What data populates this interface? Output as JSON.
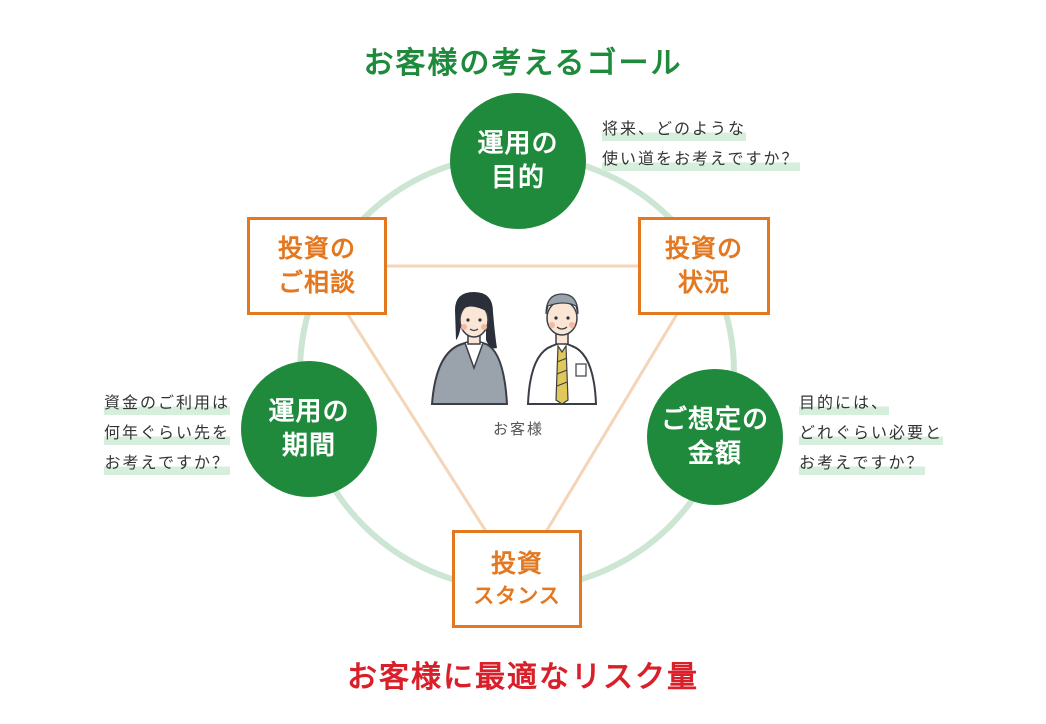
{
  "goal_heading": "お客様の考えるゴール",
  "result_heading": "お客様に最適なリスク量",
  "colors": {
    "green": "#1f8a3c",
    "orange": "#e47820",
    "red": "#d9202a",
    "ring": "#cde6d3",
    "triangle": "#f5d5b8"
  },
  "goals": [
    {
      "line1": "運用の",
      "line2": "目的",
      "question": [
        "将来、どのような",
        "使い道をお考えですか？"
      ]
    },
    {
      "line1": "運用の",
      "line2": "期間",
      "question": [
        "資金のご利用は",
        "何年ぐらい先を",
        "お考えですか？"
      ]
    },
    {
      "line1": "ご想定の",
      "line2": "金額",
      "question": [
        "目的には、",
        "どれぐらい必要と",
        "お考えですか？"
      ]
    }
  ],
  "factors": [
    {
      "line1": "投資の",
      "line2": "ご相談"
    },
    {
      "line1": "投資の",
      "line2": "状況"
    },
    {
      "line1": "投資",
      "line2": "スタンス"
    }
  ],
  "center": {
    "label": "お客様",
    "icon": "customer-couple-illustration"
  }
}
